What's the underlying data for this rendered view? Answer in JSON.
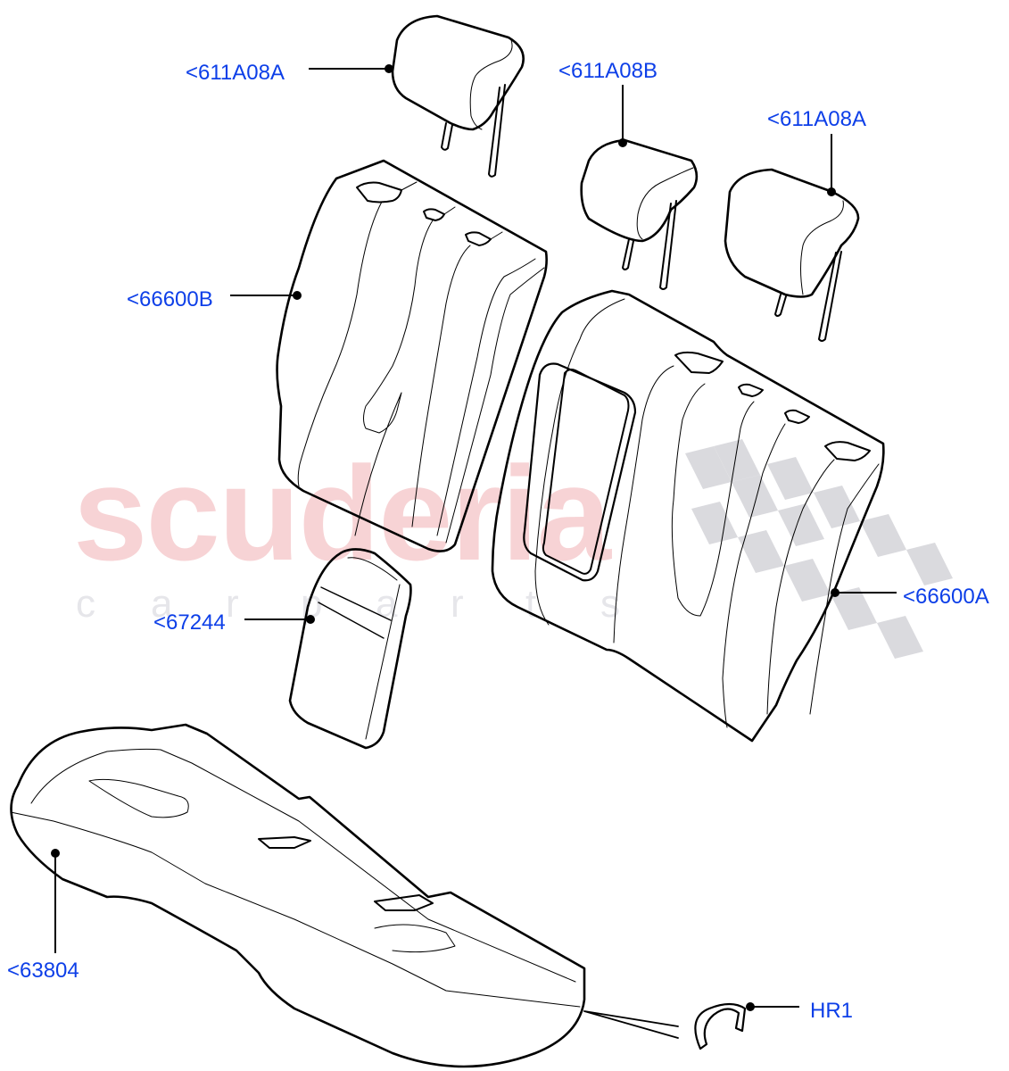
{
  "diagram": {
    "type": "exploded-parts-diagram",
    "subject": "rear seat covers and headrests",
    "watermark": {
      "main": "scuderia",
      "sub": [
        "c",
        "a",
        "r",
        "p",
        "a",
        "r",
        "t",
        "s"
      ],
      "main_color": "#f7d3d5",
      "sub_color": "#e6e6ea",
      "flag_color": "#dadade"
    },
    "label_color": "#0d3fe8",
    "callouts": [
      {
        "id": "headrest-left",
        "label": "<611A08A"
      },
      {
        "id": "headrest-center",
        "label": "<611A08B"
      },
      {
        "id": "headrest-right",
        "label": "<611A08A"
      },
      {
        "id": "seat-back-left",
        "label": "<66600B"
      },
      {
        "id": "seat-back-right",
        "label": "<66600A"
      },
      {
        "id": "armrest",
        "label": "<67244"
      },
      {
        "id": "seat-cushion",
        "label": "<63804"
      },
      {
        "id": "clip",
        "label": "HR1"
      }
    ]
  }
}
